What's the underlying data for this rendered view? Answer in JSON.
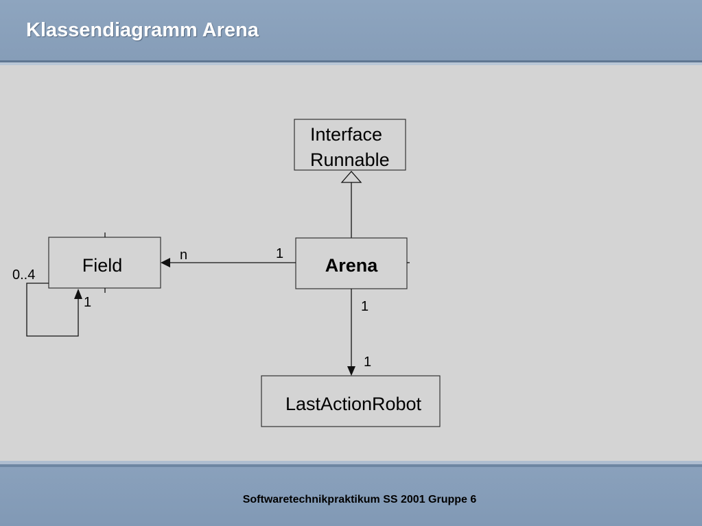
{
  "slide": {
    "title": "Klassendiagramm Arena",
    "footer": "Softwaretechnikpraktikum SS 2001 Gruppe 6"
  },
  "diagram": {
    "classes": {
      "interface": {
        "line1": "Interface",
        "line2": "Runnable"
      },
      "arena": {
        "label": "Arena"
      },
      "field": {
        "label": "Field"
      },
      "last_action_robot": {
        "label": "LastActionRobot"
      }
    },
    "multiplicities": {
      "arena_field_arena_end": "1",
      "arena_field_field_end": "n",
      "field_self_top": "0..4",
      "field_self_bottom": "1",
      "arena_robot_arena_end": "1",
      "arena_robot_robot_end": "1"
    },
    "colors": {
      "background": "#d4d4d4",
      "header": "#8ea5bf",
      "line": "#111111"
    }
  }
}
